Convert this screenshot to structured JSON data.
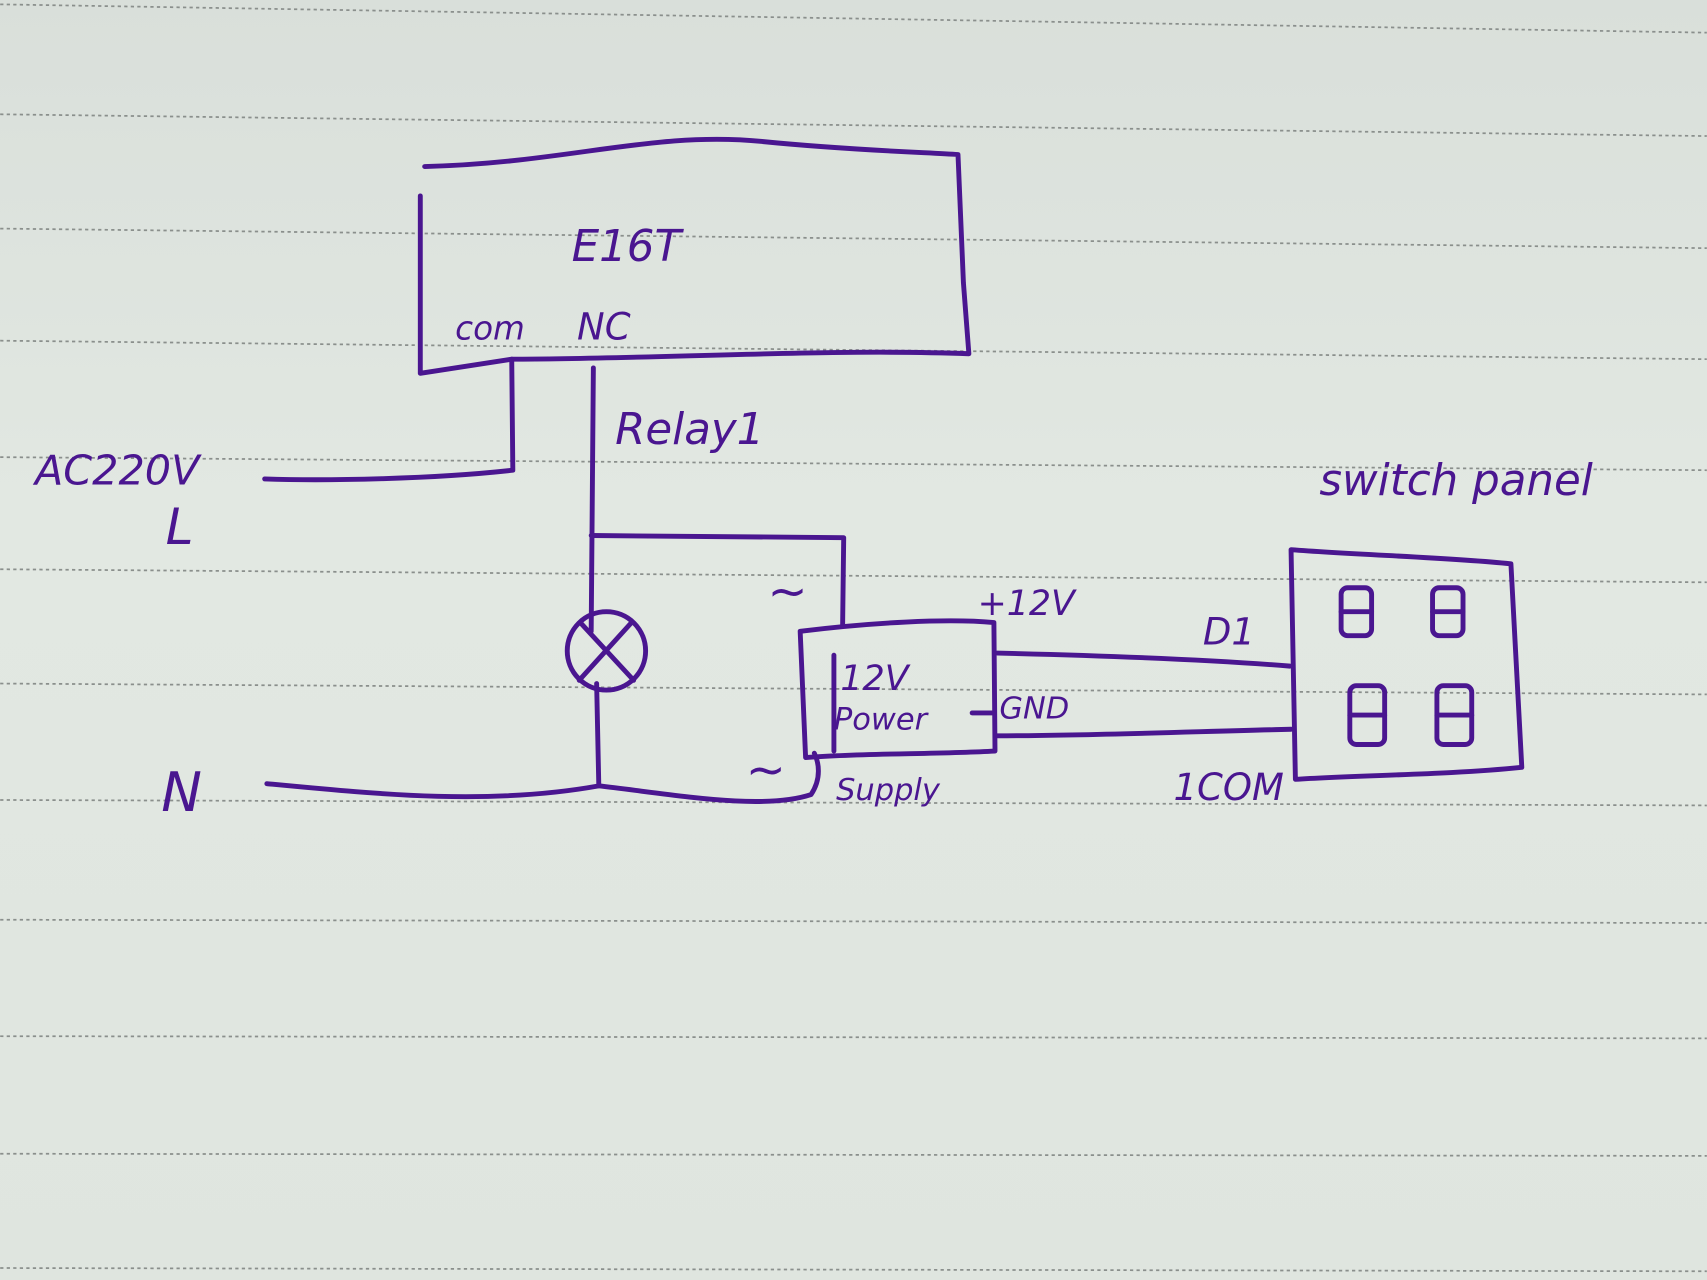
{
  "diagram": {
    "controller": {
      "name": "E16T",
      "terminals": [
        "com",
        "NC"
      ]
    },
    "relay_label": "Relay1",
    "mains": {
      "voltage": "AC220V",
      "live": "L",
      "neutral": "N"
    },
    "power_supply": {
      "line1": "12V",
      "line2": "Power",
      "line3": "Supply",
      "ac_in_1": "~",
      "ac_in_2": "~"
    },
    "outputs": {
      "positive": "+12V",
      "ground": "GND"
    },
    "switch_panel": {
      "title": "switch panel",
      "input": "D1",
      "common": "1COM",
      "button_count": 4
    },
    "ink_color": "#4a1690"
  }
}
